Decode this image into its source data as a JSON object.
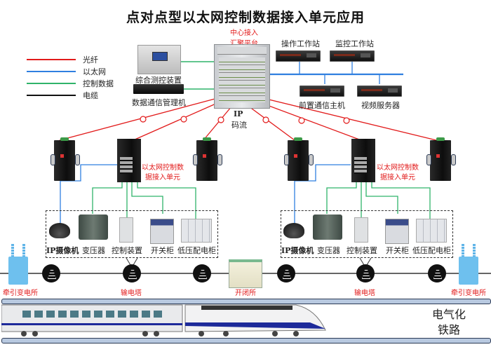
{
  "title": "点对点型以太网控制数据接入单元应用",
  "legend": [
    {
      "label": "光纤",
      "color": "#e21b1b"
    },
    {
      "label": "以太网",
      "color": "#2f7fe0"
    },
    {
      "label": "控制数据",
      "color": "#2fb36a"
    },
    {
      "label": "电缆",
      "color": "#111111"
    }
  ],
  "center": {
    "label_line1": "中心接入",
    "label_line2": "汇聚平台",
    "ip_line1": "IP",
    "ip_line2": "码流"
  },
  "left_devices": {
    "measure": "综合测控装置",
    "comm_mgr": "数据通信管理机"
  },
  "servers": {
    "op_station": "操作工作站",
    "monitor_station": "监控工作站",
    "front_host": "前置通信主机",
    "video_server": "视频服务器"
  },
  "unit_label": {
    "line1": "以太网控制数",
    "line2": "据接入单元"
  },
  "equipment": [
    "IP摄像机",
    "变压器",
    "控制装置",
    "开关柜",
    "低压配电柜"
  ],
  "line_nodes": {
    "traction_sub": "牵引变电所",
    "tower": "输电塔",
    "switch_station": "开闭所"
  },
  "railway": {
    "line1": "电气化",
    "line2": "铁路"
  },
  "colors": {
    "fiber": "#e21b1b",
    "ethernet": "#2f7fe0",
    "control": "#2fb36a",
    "cable": "#111111"
  }
}
